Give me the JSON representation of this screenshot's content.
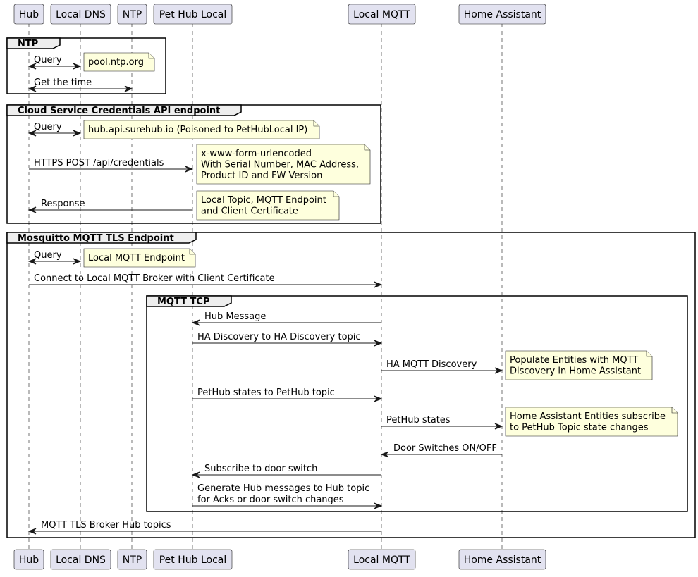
{
  "participants": [
    {
      "id": "hub",
      "label": "Hub"
    },
    {
      "id": "dns",
      "label": "Local DNS"
    },
    {
      "id": "ntp",
      "label": "NTP"
    },
    {
      "id": "phl",
      "label": "Pet Hub Local"
    },
    {
      "id": "mqtt",
      "label": "Local MQTT"
    },
    {
      "id": "ha",
      "label": "Home Assistant"
    }
  ],
  "groups": [
    {
      "id": "ntp-group",
      "label": "NTP"
    },
    {
      "id": "cloud-group",
      "label": "Cloud Service Credentials API endpoint"
    },
    {
      "id": "mosquitto-group",
      "label": "Mosquitto MQTT TLS Endpoint"
    },
    {
      "id": "mqtt-tcp-group",
      "label": "MQTT TCP"
    }
  ],
  "messages": [
    {
      "from": "hub",
      "to": "dns",
      "bidirectional": true,
      "lines": [
        "Query"
      ]
    },
    {
      "from": "hub",
      "to": "ntp",
      "bidirectional": true,
      "lines": [
        "Get the time"
      ]
    },
    {
      "from": "hub",
      "to": "dns",
      "bidirectional": true,
      "lines": [
        "Query"
      ]
    },
    {
      "from": "hub",
      "to": "phl",
      "bidirectional": false,
      "lines": [
        "HTTPS POST /api/credentials"
      ]
    },
    {
      "from": "phl",
      "to": "hub",
      "bidirectional": false,
      "lines": [
        "Response"
      ]
    },
    {
      "from": "hub",
      "to": "dns",
      "bidirectional": true,
      "lines": [
        "Query"
      ]
    },
    {
      "from": "hub",
      "to": "mqtt",
      "bidirectional": false,
      "lines": [
        "Connect to Local MQTT Broker with Client Certificate"
      ]
    },
    {
      "from": "mqtt",
      "to": "phl",
      "bidirectional": false,
      "lines": [
        "Hub Message"
      ]
    },
    {
      "from": "phl",
      "to": "mqtt",
      "bidirectional": false,
      "lines": [
        "HA Discovery to HA Discovery topic"
      ]
    },
    {
      "from": "mqtt",
      "to": "ha",
      "bidirectional": false,
      "lines": [
        "HA MQTT Discovery"
      ]
    },
    {
      "from": "phl",
      "to": "mqtt",
      "bidirectional": false,
      "lines": [
        "PetHub states to PetHub topic"
      ]
    },
    {
      "from": "mqtt",
      "to": "ha",
      "bidirectional": false,
      "lines": [
        "PetHub states"
      ]
    },
    {
      "from": "ha",
      "to": "mqtt",
      "bidirectional": false,
      "lines": [
        "Door Switches ON/OFF"
      ]
    },
    {
      "from": "mqtt",
      "to": "phl",
      "bidirectional": false,
      "lines": [
        "Subscribe to door switch"
      ]
    },
    {
      "from": "phl",
      "to": "mqtt",
      "bidirectional": false,
      "lines": [
        "Generate Hub messages to Hub topic",
        "for Acks or door switch changes"
      ]
    },
    {
      "from": "mqtt",
      "to": "hub",
      "bidirectional": false,
      "lines": [
        "MQTT TLS Broker Hub topics"
      ]
    }
  ],
  "notes": [
    {
      "lines": [
        "pool.ntp.org"
      ]
    },
    {
      "lines": [
        "hub.api.surehub.io (Poisoned to PetHubLocal IP)"
      ]
    },
    {
      "lines": [
        "x-www-form-urlencoded",
        "With Serial Number, MAC Address,",
        "Product ID and FW Version"
      ]
    },
    {
      "lines": [
        "Local Topic, MQTT Endpoint",
        "and Client Certificate"
      ]
    },
    {
      "lines": [
        "Local MQTT Endpoint"
      ]
    },
    {
      "lines": [
        "Populate Entities with MQTT",
        "Discovery in Home Assistant"
      ]
    },
    {
      "lines": [
        "Home Assistant Entities subscribe",
        "to PetHub Topic state changes"
      ]
    }
  ]
}
